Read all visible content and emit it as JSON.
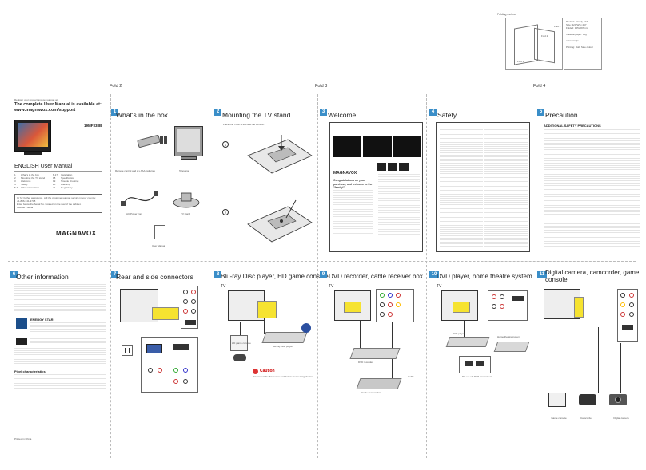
{
  "folds": {
    "fold2": "Fold 2",
    "fold3": "Fold 3",
    "fold4": "Fold 4"
  },
  "cover": {
    "register": "Register your product and get support at",
    "headline": "The complete User Manual is available at:",
    "url": "www.magnavox.com/support",
    "model": "19MF338B",
    "manual_title": "ENGLISH  User Manual",
    "toc": [
      {
        "n": "1",
        "t": "What's in the box",
        "n2": "8-17",
        "t2": "Installation"
      },
      {
        "n": "2",
        "t": "Mounting the TV stand",
        "n2": "18",
        "t2": "Specification"
      },
      {
        "n": "3",
        "t": "Welcome",
        "n2": "19",
        "t2": "Trouble shooting"
      },
      {
        "n": "4",
        "t": "Safety",
        "n2": "20",
        "t2": "Warranty"
      },
      {
        "n": "5-7",
        "t": "Other information",
        "n2": "21",
        "t2": "Regulatory"
      }
    ],
    "box_note_1": "Or for further assistance, call the customer support service in your country.",
    "box_note_2": "• 1-866-341-3738",
    "box_note_3": "Enter below the Serial No. located on the rear of the cabinet.",
    "box_note_4": "• Model / Serial",
    "brand": "MAGNAVOX"
  },
  "sections": {
    "s1": {
      "num": "1",
      "title": "What's in the box"
    },
    "s2": {
      "num": "2",
      "title": "Mounting the TV stand"
    },
    "s3": {
      "num": "3",
      "title": "Welcome"
    },
    "s4": {
      "num": "4",
      "title": "Safety"
    },
    "s5": {
      "num": "5",
      "title": "Precaution"
    },
    "s6": {
      "num": "6",
      "title": "Other information"
    },
    "s7": {
      "num": "7",
      "title": "Rear and side connectors"
    },
    "s8": {
      "num": "8",
      "title": "Blu-ray Disc player, HD game console"
    },
    "s9": {
      "num": "9",
      "title": "DVD recorder, cable receiver box"
    },
    "s10": {
      "num": "10",
      "title": "DVD player, home theatre system"
    },
    "s11": {
      "num": "11",
      "title": "Digital camera, camcorder, game console"
    }
  },
  "box_items": {
    "remote": "Remote control and 2 x AAA batteries",
    "tv": "Television",
    "cord": "AC Power cord",
    "stand": "TV stand",
    "manual": "User Manual"
  },
  "stand_text": "Place the TV on a soft and flat surface.",
  "welcome": {
    "brand": "MAGNAVOX",
    "congrats": "Congratulations on your purchase, and welcome to the \"family!\""
  },
  "precaution_title": "ADDITIONAL SAFETY PRECAUTIONS",
  "other_info": {
    "energy": "ENERGY STAR",
    "pixel": "Pixel characteristics",
    "printed": "Printed in China"
  },
  "labels": {
    "tv": "TV",
    "bluray": "Blu-ray Disc player",
    "game": "HD game console",
    "caution": "Caution",
    "caution_text": "Disconnect the AC power cord before connecting devices.",
    "dvd_recorder": "DVD recorder",
    "cable_box": "Cable receiver box",
    "cable": "Cable",
    "dvd_player": "DVD player",
    "home_theatre": "Home theatre system",
    "hdmi_note": "DC out of HDMI connections",
    "game_console": "Game console",
    "camcorder": "Camcorder",
    "camera": "Digital camera"
  },
  "folding": {
    "title": "Folding method",
    "info1": "Product: Simply Ett4",
    "info2": "Size: 420(W) x 297",
    "info3": "Folded: 105x297mm",
    "info4": "material paper: 80g",
    "info5": "color: single",
    "info6": "Printing: Both Side colour",
    "f1": "Fold 1",
    "f2": "Fold 2",
    "f3": "Fold 3"
  },
  "colors": {
    "accent": "#3a8ec8",
    "highlight": "#f6e330"
  }
}
